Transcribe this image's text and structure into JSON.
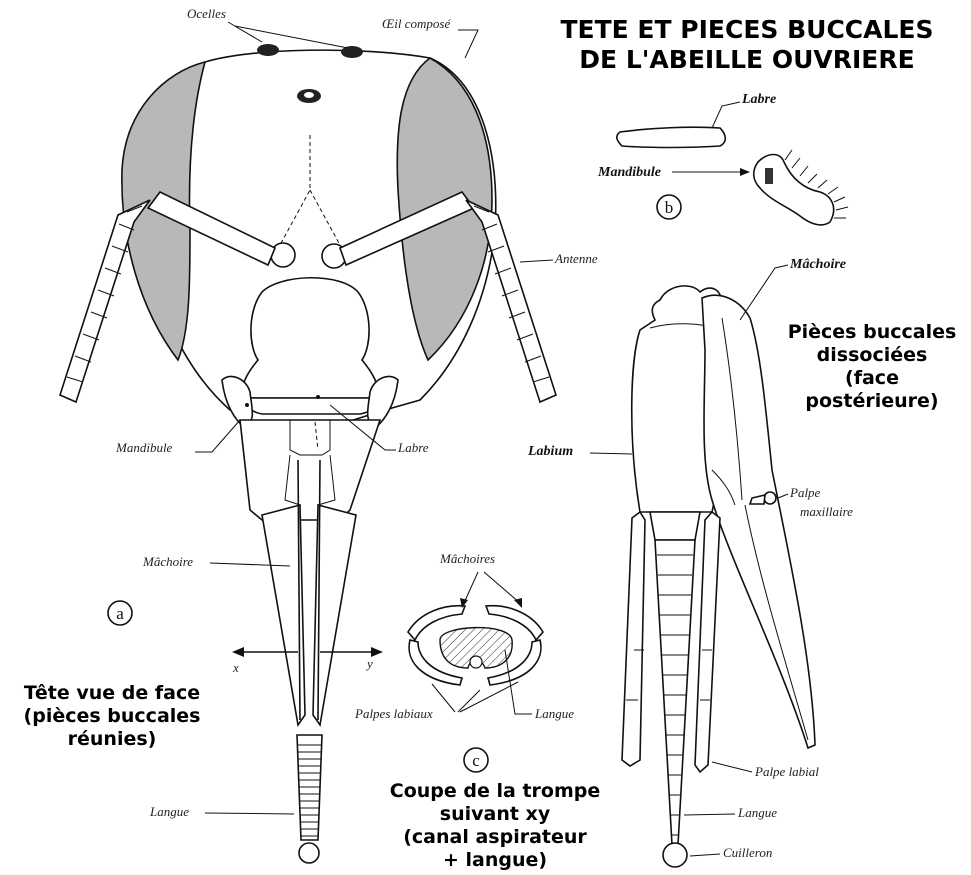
{
  "title": {
    "line1": "TETE ET PIECES BUCCALES",
    "line2": "DE L'ABEILLE OUVRIERE"
  },
  "panel_a": {
    "letter": "a",
    "caption_line1": "Tête vue de face",
    "caption_line2": "(pièces buccales",
    "caption_line3": "réunies)",
    "labels": {
      "ocelles": "Ocelles",
      "oeil": "Œil composé",
      "antenne": "Antenne",
      "mandibule": "Mandibule",
      "labre": "Labre",
      "machoire": "Mâchoire",
      "langue": "Langue",
      "x": "x",
      "y": "y"
    }
  },
  "panel_b": {
    "letter": "b",
    "labels": {
      "labre": "Labre",
      "mandibule": "Mandibule"
    }
  },
  "panel_c": {
    "letter": "c",
    "caption_line1": "Coupe de la trompe",
    "caption_line2": "suivant xy",
    "caption_line3": "(canal aspirateur",
    "caption_line4": "+ langue)",
    "labels": {
      "machoires": "Mâchoires",
      "palpes_labiaux": "Palpes labiaux",
      "langue": "Langue"
    }
  },
  "panel_d": {
    "caption_line1": "Pièces buccales",
    "caption_line2": "dissociées",
    "caption_line3": "(face",
    "caption_line4": "postérieure)",
    "labels": {
      "machoire": "Mâchoire",
      "labium": "Labium",
      "palpe_maxillaire_1": "Palpe",
      "palpe_maxillaire_2": "maxillaire",
      "palpe_labial": "Palpe labial",
      "langue": "Langue",
      "cuilleron": "Cuilleron"
    }
  }
}
